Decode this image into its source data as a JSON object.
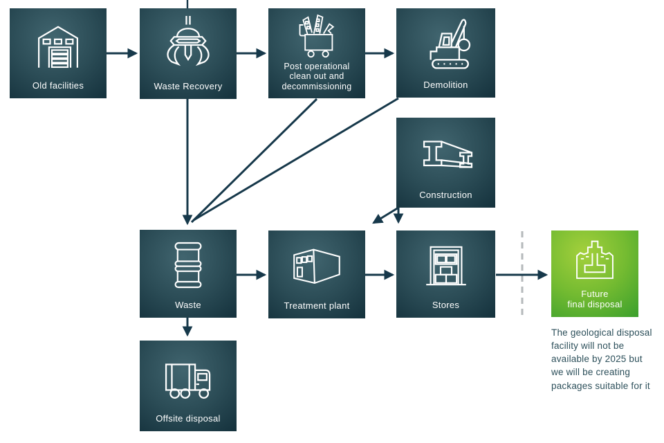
{
  "diagram": {
    "note": "The geological disposal facility will not be available by 2025 but we will be creating packages suitable for it",
    "colors": {
      "box_teal_light": "#41656f",
      "box_teal_dark": "#14313c",
      "box_green_light": "#9ecd3a",
      "box_green_dark": "#3aa02c",
      "arrow": "#16384a",
      "dashed_separator": "#b5b9bb",
      "label_text": "#ffffff",
      "note_text": "#2c4f5a"
    },
    "nodes": [
      {
        "id": "old-facilities",
        "label": "Old facilities",
        "icon": "warehouse-icon",
        "color": "teal"
      },
      {
        "id": "waste-recovery",
        "label": "Waste Recovery",
        "icon": "grab-claw-icon",
        "color": "teal"
      },
      {
        "id": "post-operational",
        "label": "Post operational clean out and decommissioning",
        "lines": [
          "Post operational",
          "clean out and",
          "decommissioning"
        ],
        "icon": "waste-cart-icon",
        "color": "teal"
      },
      {
        "id": "demolition",
        "label": "Demolition",
        "icon": "wrecking-ball-icon",
        "color": "teal"
      },
      {
        "id": "construction",
        "label": "Construction",
        "icon": "steel-beam-icon",
        "color": "teal"
      },
      {
        "id": "waste",
        "label": "Waste",
        "icon": "waste-drum-icon",
        "color": "teal"
      },
      {
        "id": "treatment-plant",
        "label": "Treatment plant",
        "icon": "factory-building-icon",
        "color": "teal"
      },
      {
        "id": "stores",
        "label": "Stores",
        "icon": "storage-rack-icon",
        "color": "teal"
      },
      {
        "id": "future-final-disposal",
        "label": "Future final disposal",
        "lines": [
          "Future",
          "final disposal"
        ],
        "icon": "geological-disposal-icon",
        "color": "green"
      },
      {
        "id": "offsite-disposal",
        "label": "Offsite disposal",
        "icon": "truck-icon",
        "color": "teal"
      }
    ],
    "edges": [
      {
        "from": "old-facilities",
        "to": "waste-recovery",
        "type": "arrow"
      },
      {
        "from": "waste-recovery",
        "to": "post-operational",
        "type": "arrow"
      },
      {
        "from": "post-operational",
        "to": "demolition",
        "type": "arrow"
      },
      {
        "from": "waste-recovery",
        "to": "waste",
        "type": "arrow"
      },
      {
        "from": "post-operational",
        "to": "waste",
        "type": "line"
      },
      {
        "from": "demolition",
        "to": "waste",
        "type": "line"
      },
      {
        "from": "construction",
        "to": "treatment-plant",
        "type": "arrow"
      },
      {
        "from": "construction",
        "to": "stores",
        "type": "arrow"
      },
      {
        "from": "waste",
        "to": "treatment-plant",
        "type": "arrow"
      },
      {
        "from": "treatment-plant",
        "to": "stores",
        "type": "arrow"
      },
      {
        "from": "stores",
        "to": "future-final-disposal",
        "type": "arrow",
        "crosses": "dashed-separator"
      },
      {
        "from": "waste",
        "to": "offsite-disposal",
        "type": "arrow"
      }
    ],
    "separator": {
      "orientation": "vertical",
      "style": "dashed",
      "between": [
        "stores",
        "future-final-disposal"
      ]
    }
  }
}
